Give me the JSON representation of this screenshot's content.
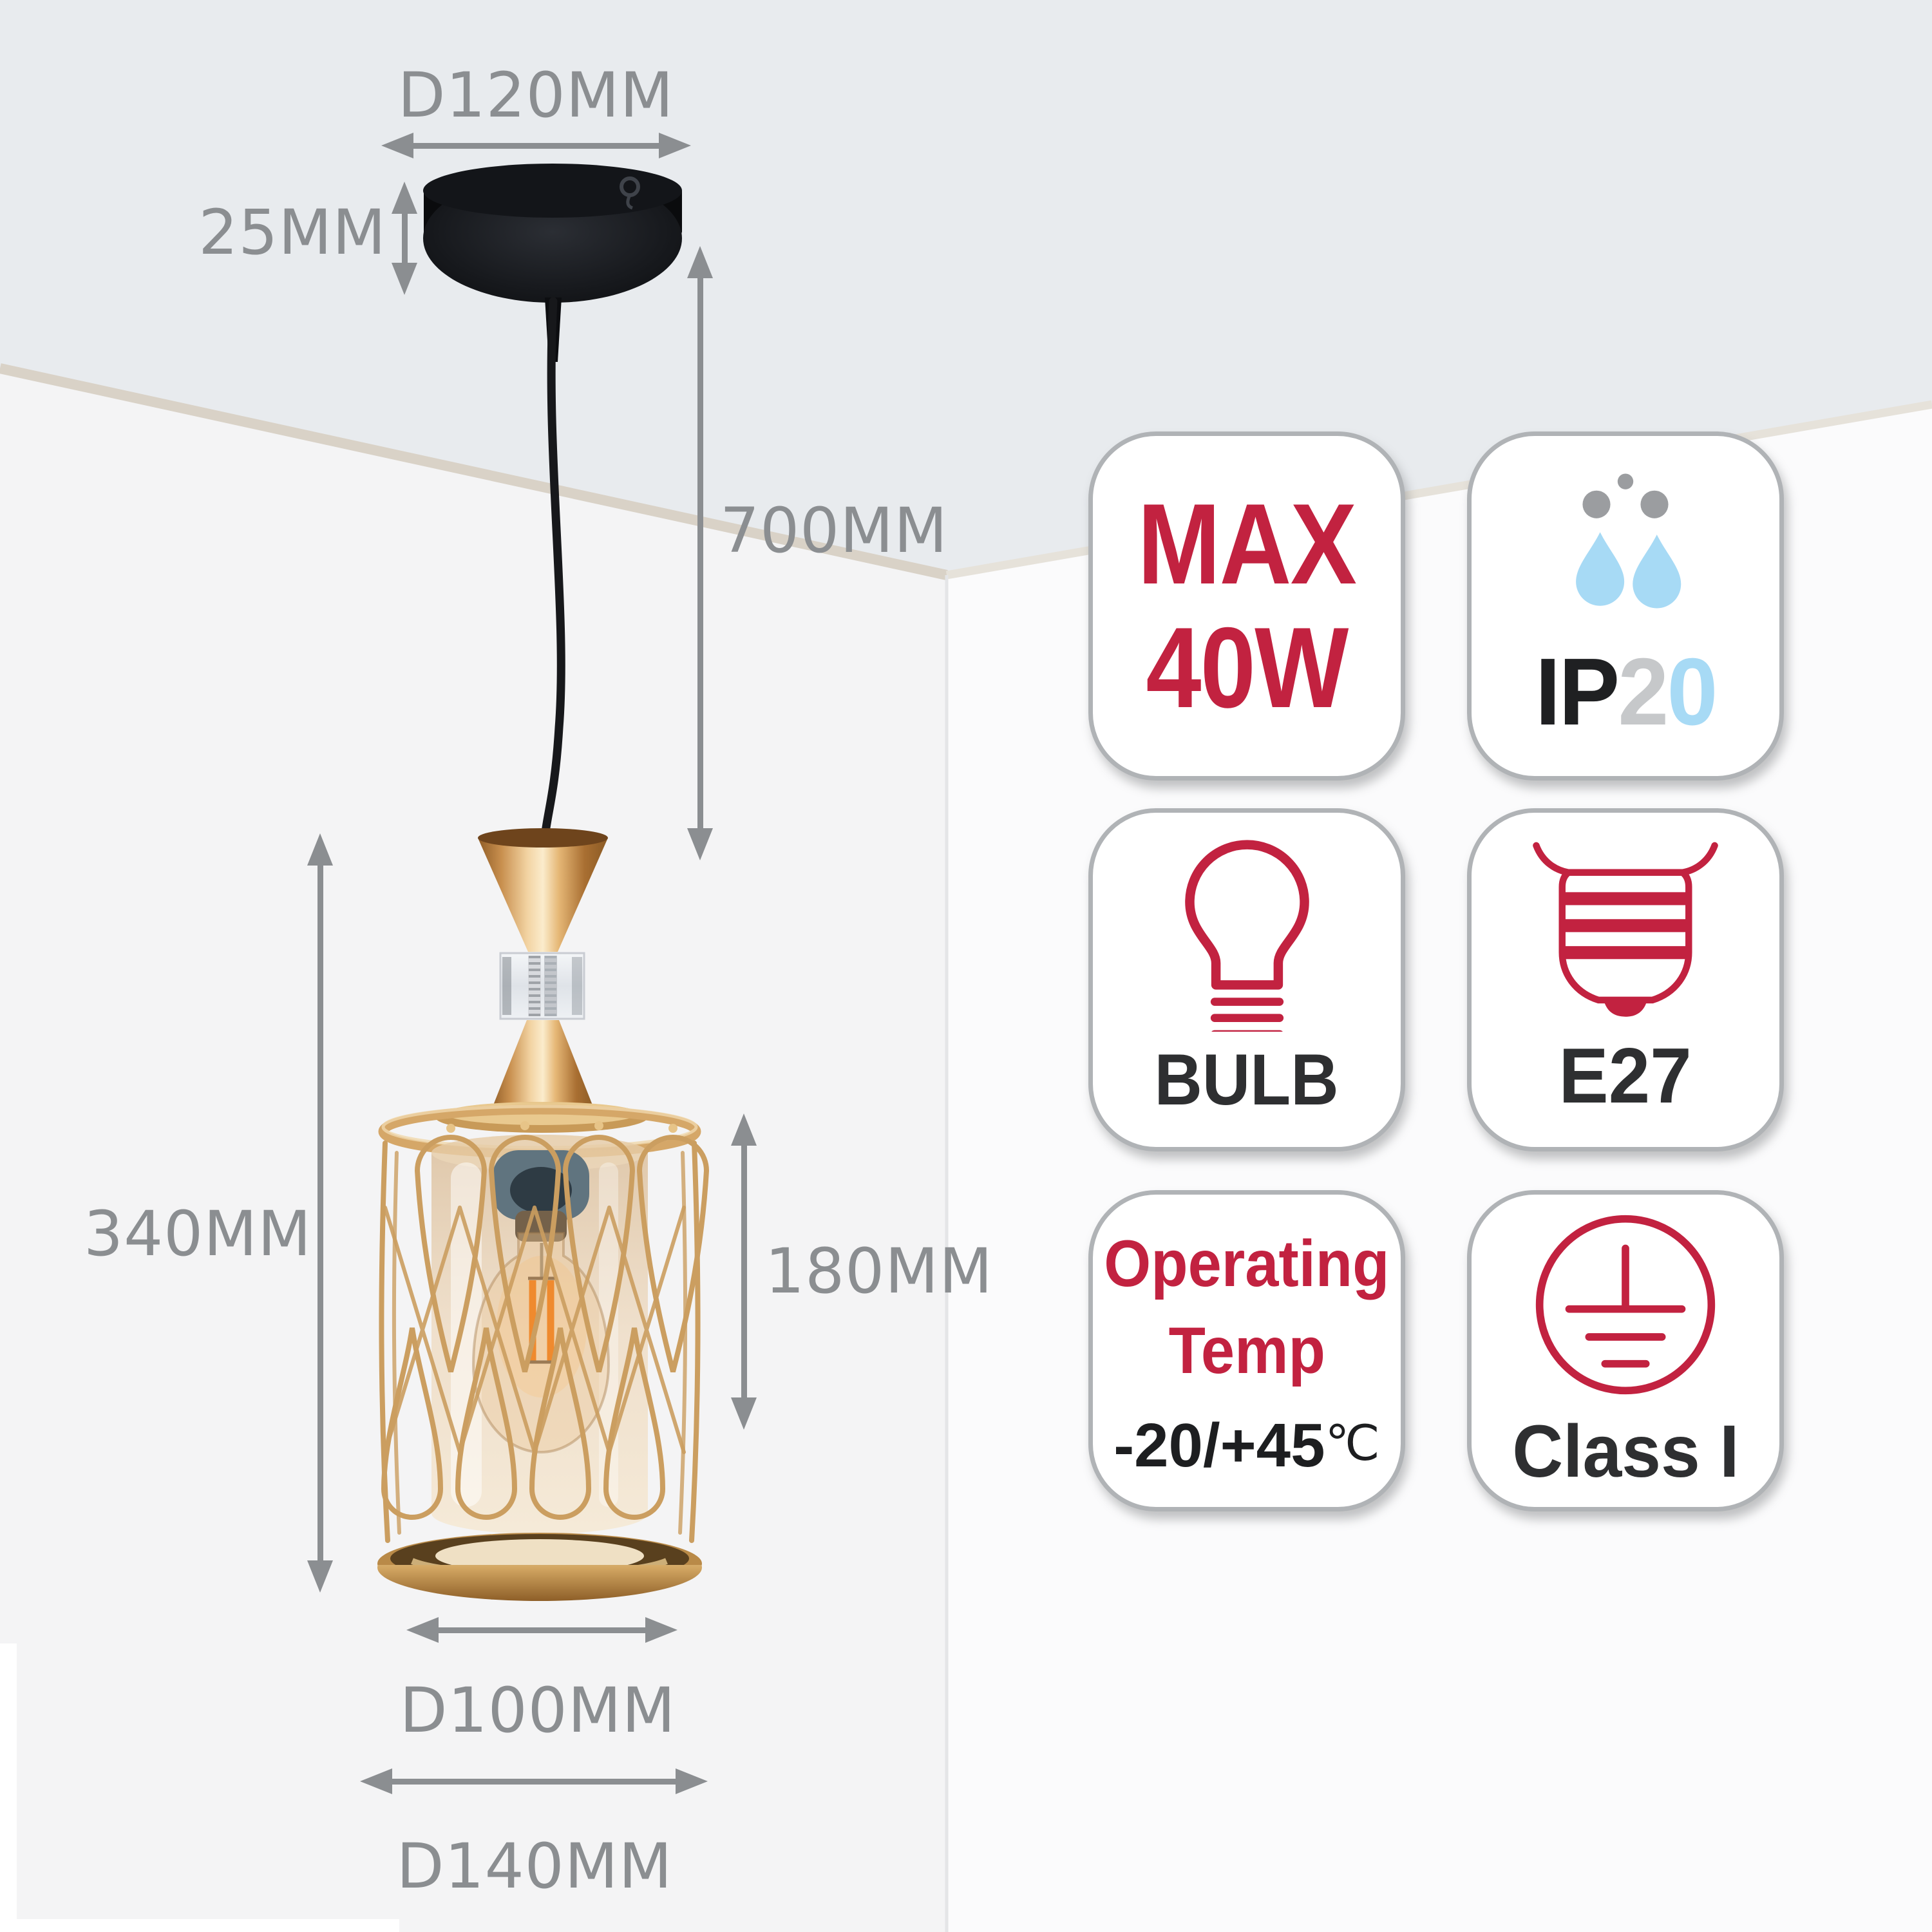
{
  "dimensions": {
    "canopy_diameter": "D120MM",
    "canopy_height": "25MM",
    "suspension_length": "700MM",
    "fixture_height": "340MM",
    "shade_height": "180MM",
    "shade_diameter": "D100MM",
    "frame_diameter": "D140MM"
  },
  "badges": {
    "max_power": {
      "line1": "MAX",
      "line2": "40W"
    },
    "ip_rating": {
      "prefix": "IP",
      "first_digit": "2",
      "second_digit": "0"
    },
    "bulb": {
      "label": "BULB"
    },
    "lamp_base": {
      "label": "E27"
    },
    "operating_temp": {
      "line1": "Operating",
      "line2": "Temp",
      "range": "-20/+45",
      "unit": "℃"
    },
    "protection_class": {
      "label": "Class I"
    }
  },
  "colors": {
    "accent_red": "#c22240",
    "accent_blue": "#a7daf5",
    "dimension_gray": "#8b8e91",
    "badge_border_gray": "#b0b3b6",
    "dark_text": "#2e2f31",
    "gold": "#cf9f5f",
    "canopy_black": "#101114"
  }
}
